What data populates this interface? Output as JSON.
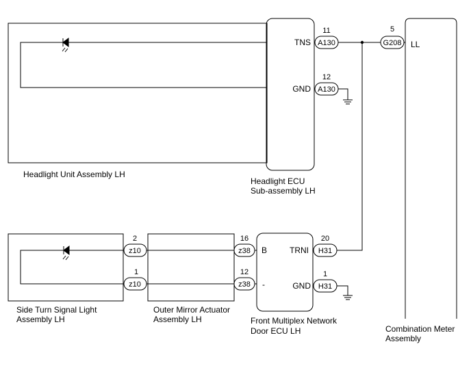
{
  "components": {
    "headlight_unit": {
      "line1": "Headlight Unit Assembly LH"
    },
    "headlight_ecu": {
      "line1": "Headlight ECU",
      "line2": "Sub-assembly LH"
    },
    "side_turn": {
      "line1": "Side Turn Signal Light",
      "line2": "Assembly LH"
    },
    "outer_mirror": {
      "line1": "Outer Mirror Actuator",
      "line2": "Assembly LH"
    },
    "front_multiplex": {
      "line1": "Front Multiplex Network",
      "line2": "Door ECU LH"
    },
    "combination_meter": {
      "line1": "Combination Meter",
      "line2": "Assembly"
    }
  },
  "terminals": {
    "tns": "TNS",
    "gnd_ecu": "GND",
    "ll": "LL",
    "b": "B",
    "minus": "-",
    "trni": "TRNI",
    "gnd_door": "GND"
  },
  "connectors": {
    "a130_tns": {
      "code": "A130",
      "pin": "11"
    },
    "a130_gnd": {
      "code": "A130",
      "pin": "12"
    },
    "g208": {
      "code": "G208",
      "pin": "5"
    },
    "z10_top": {
      "code": "z10",
      "pin": "2"
    },
    "z10_bot": {
      "code": "z10",
      "pin": "1"
    },
    "z38_top": {
      "code": "z38",
      "pin": "16"
    },
    "z38_bot": {
      "code": "z38",
      "pin": "12"
    },
    "h31_trni": {
      "code": "H31",
      "pin": "20"
    },
    "h31_gnd": {
      "code": "H31",
      "pin": "1"
    }
  }
}
